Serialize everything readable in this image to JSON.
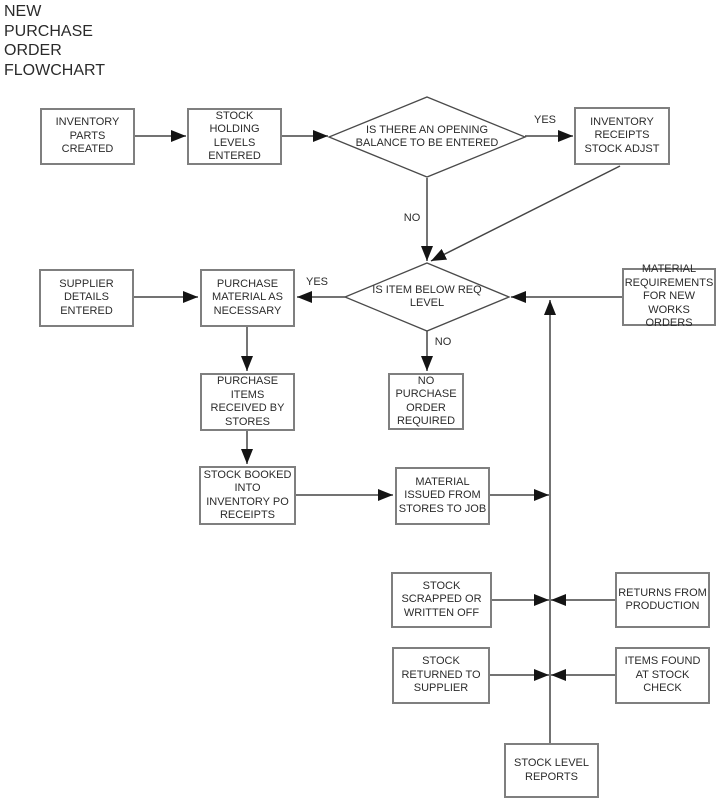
{
  "title": {
    "text": "NEW\nPURCHASE\nORDER\nFLOWCHART"
  },
  "nodes": {
    "inventory_parts": {
      "label": "INVENTORY\nPARTS\nCREATED"
    },
    "stock_holding": {
      "label": "STOCK HOLDING\nLEVELS\nENTERED"
    },
    "inventory_receipts": {
      "label": "INVENTORY\nRECEIPTS\nSTOCK ADJST"
    },
    "supplier_details": {
      "label": "SUPPLIER\nDETAILS\nENTERED"
    },
    "purchase_material": {
      "label": "PURCHASE\nMATERIAL AS\nNECESSARY"
    },
    "material_requirements": {
      "label": "MATERIAL\nREQUIREMENTS\nFOR NEW\nWORKS ORDERS"
    },
    "no_purchase_order": {
      "label": "NO\nPURCHASE\nORDER\nREQUIRED"
    },
    "purchase_items": {
      "label": "PURCHASE\nITEMS\nRECEIVED BY\nSTORES"
    },
    "stock_booked": {
      "label": "STOCK BOOKED\nINTO\nINVENTORY PO\nRECEIPTS"
    },
    "material_issued": {
      "label": "MATERIAL\nISSUED FROM\nSTORES TO JOB"
    },
    "stock_scrapped": {
      "label": "STOCK\nSCRAPPED OR\nWRITTEN OFF"
    },
    "returns_production": {
      "label": "RETURNS FROM\nPRODUCTION"
    },
    "stock_returned": {
      "label": "STOCK\nRETURNED TO\nSUPPLIER"
    },
    "items_found": {
      "label": "ITEMS FOUND\nAT STOCK\nCHECK"
    },
    "stock_level_reports": {
      "label": "STOCK LEVEL\nREPORTS"
    }
  },
  "decisions": {
    "opening_balance": {
      "label": "IS THERE AN OPENING\nBALANCE TO BE ENTERED"
    },
    "below_req_level": {
      "label": "IS ITEM BELOW REQ\nLEVEL"
    }
  },
  "edge_labels": {
    "opening_yes": "YES",
    "opening_no": "NO",
    "below_yes": "YES",
    "below_no": "NO"
  },
  "colors": {
    "background": "#ffffff",
    "box_border": "#7f7f7f",
    "line": "#454545",
    "arrowhead": "#141414",
    "text": "#2b2b2b"
  }
}
